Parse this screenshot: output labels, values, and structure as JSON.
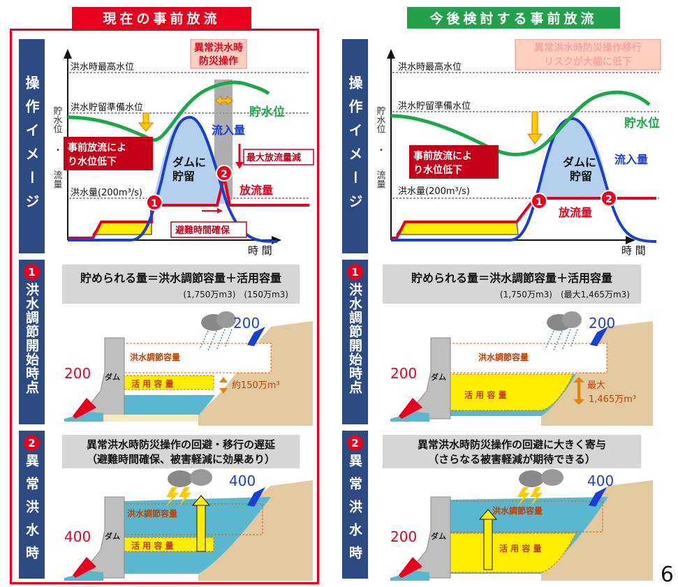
{
  "header": {
    "left_title": "現在の事前放流",
    "right_title": "今後検討する事前放流",
    "left_color": "#e8001c",
    "right_color": "#22a04b"
  },
  "sidebar": {
    "op_image": "操作イメージ",
    "start_point": "洪水調節開始時点",
    "abnormal": "異常洪水時",
    "marker_1": "1",
    "marker_2": "2"
  },
  "graph": {
    "highest_level": "洪水時最高水位",
    "prep_level": "洪水貯留準備水位",
    "flood_flow": "洪水量(200m³/s)",
    "axis_storage": "貯水位",
    "axis_flow": "流量",
    "axis_dot": "・",
    "time": "時 間",
    "storage_level": "貯水位",
    "inflow": "流入量",
    "outflow": "放流量",
    "dam_storage_1": "ダムに",
    "dam_storage_2": "貯留",
    "pre_release_1": "事前放流によ",
    "pre_release_2": "り水位低下",
    "max_release_reduction": "最大放流量減",
    "evac_time": "避難時間確保",
    "left_callout_1": "異常洪水時",
    "left_callout_2": "防災操作",
    "right_callout_1": "異常洪水時防災操作移行",
    "right_callout_2": "リスクが大幅に低下"
  },
  "section1": {
    "formula": "貯められる量＝洪水調節容量＋活用容量",
    "left_values": "(1,750万m3)　(150万m3)",
    "right_values": "(1,750万m3)　(最大1,465万m3)",
    "flood_capacity": "洪水調節容量",
    "use_capacity": "活 用 容 量",
    "dam": "ダム",
    "inflow_val": "200",
    "outflow_val": "200",
    "left_amount": "約150万m³",
    "right_amount_1": "最大",
    "right_amount_2": "1,465万m³"
  },
  "section2": {
    "left_line1": "異常洪水時防災操作の回避・移行の遅延",
    "left_line2": "（避難時間確保、被害軽減に効果あり）",
    "right_line1": "異常洪水時防災操作の回避に大きく寄与",
    "right_line2": "（さらなる被害軽減が期待できる）",
    "inflow_val": "400",
    "left_outflow": "400",
    "right_outflow": "200"
  },
  "page_number": "6"
}
